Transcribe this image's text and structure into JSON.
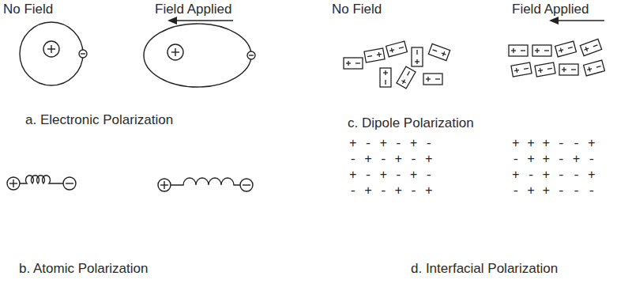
{
  "diagram": {
    "labels": [
      "No Field",
      "Field Applied",
      "No Field",
      "Field Applied",
      "a. Electronic Polarization",
      "b. Atomic Polarization",
      "c. Dipole Polarization",
      "d. Interfacial Polarization",
      "+ - + - + -",
      "- + - + - +",
      "+ - + - + -",
      "- + - + - +",
      "+ + + - - +",
      "- + + - + -",
      "+ - + - - +",
      "- + + - - -"
    ]
  }
}
